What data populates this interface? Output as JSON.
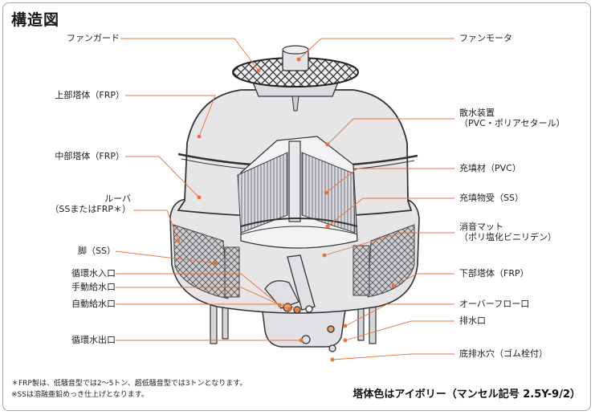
{
  "title": "構造図",
  "labels": {
    "fan_guard": "ファンガード",
    "upper_body": "上部塔体（FRP）",
    "middle_body": "中部塔体（FRP）",
    "louver_line1": "ルーバ",
    "louver_line2": "（SSまたはFRP＊）",
    "leg": "脚（SS）",
    "circ_water_inlet": "循環水入口",
    "manual_feed": "手動給水口",
    "auto_feed": "自動給水口",
    "circ_water_outlet": "循環水出口",
    "fan_motor": "ファンモータ",
    "sprinkler_line1": "散水装置",
    "sprinkler_line2": "（PVC・ポリアセタール）",
    "fill": "充填材（PVC）",
    "fill_support": "充填物受（SS）",
    "silencer_line1": "消音マット",
    "silencer_line2": "（ポリ塩化ビニリデン）",
    "lower_body": "下部塔体（FRP）",
    "overflow": "オーバーフロー口",
    "drain": "排水口",
    "bottom_drain": "底排水穴（ゴム栓付）"
  },
  "notes": [
    "＊FRP製は、低騒音型では2～5トン、超低騒音型では3トンとなります。",
    "※SSは溶融亜鉛めっき仕上げとなります。"
  ],
  "color_note": "塔体色はアイボリー（マンセル記号 2.5Y-9/2）",
  "colors": {
    "leader": "#e8743b",
    "body_fill": "#e6e6e9",
    "outline": "#333333",
    "frame": "#8fa9c8"
  }
}
